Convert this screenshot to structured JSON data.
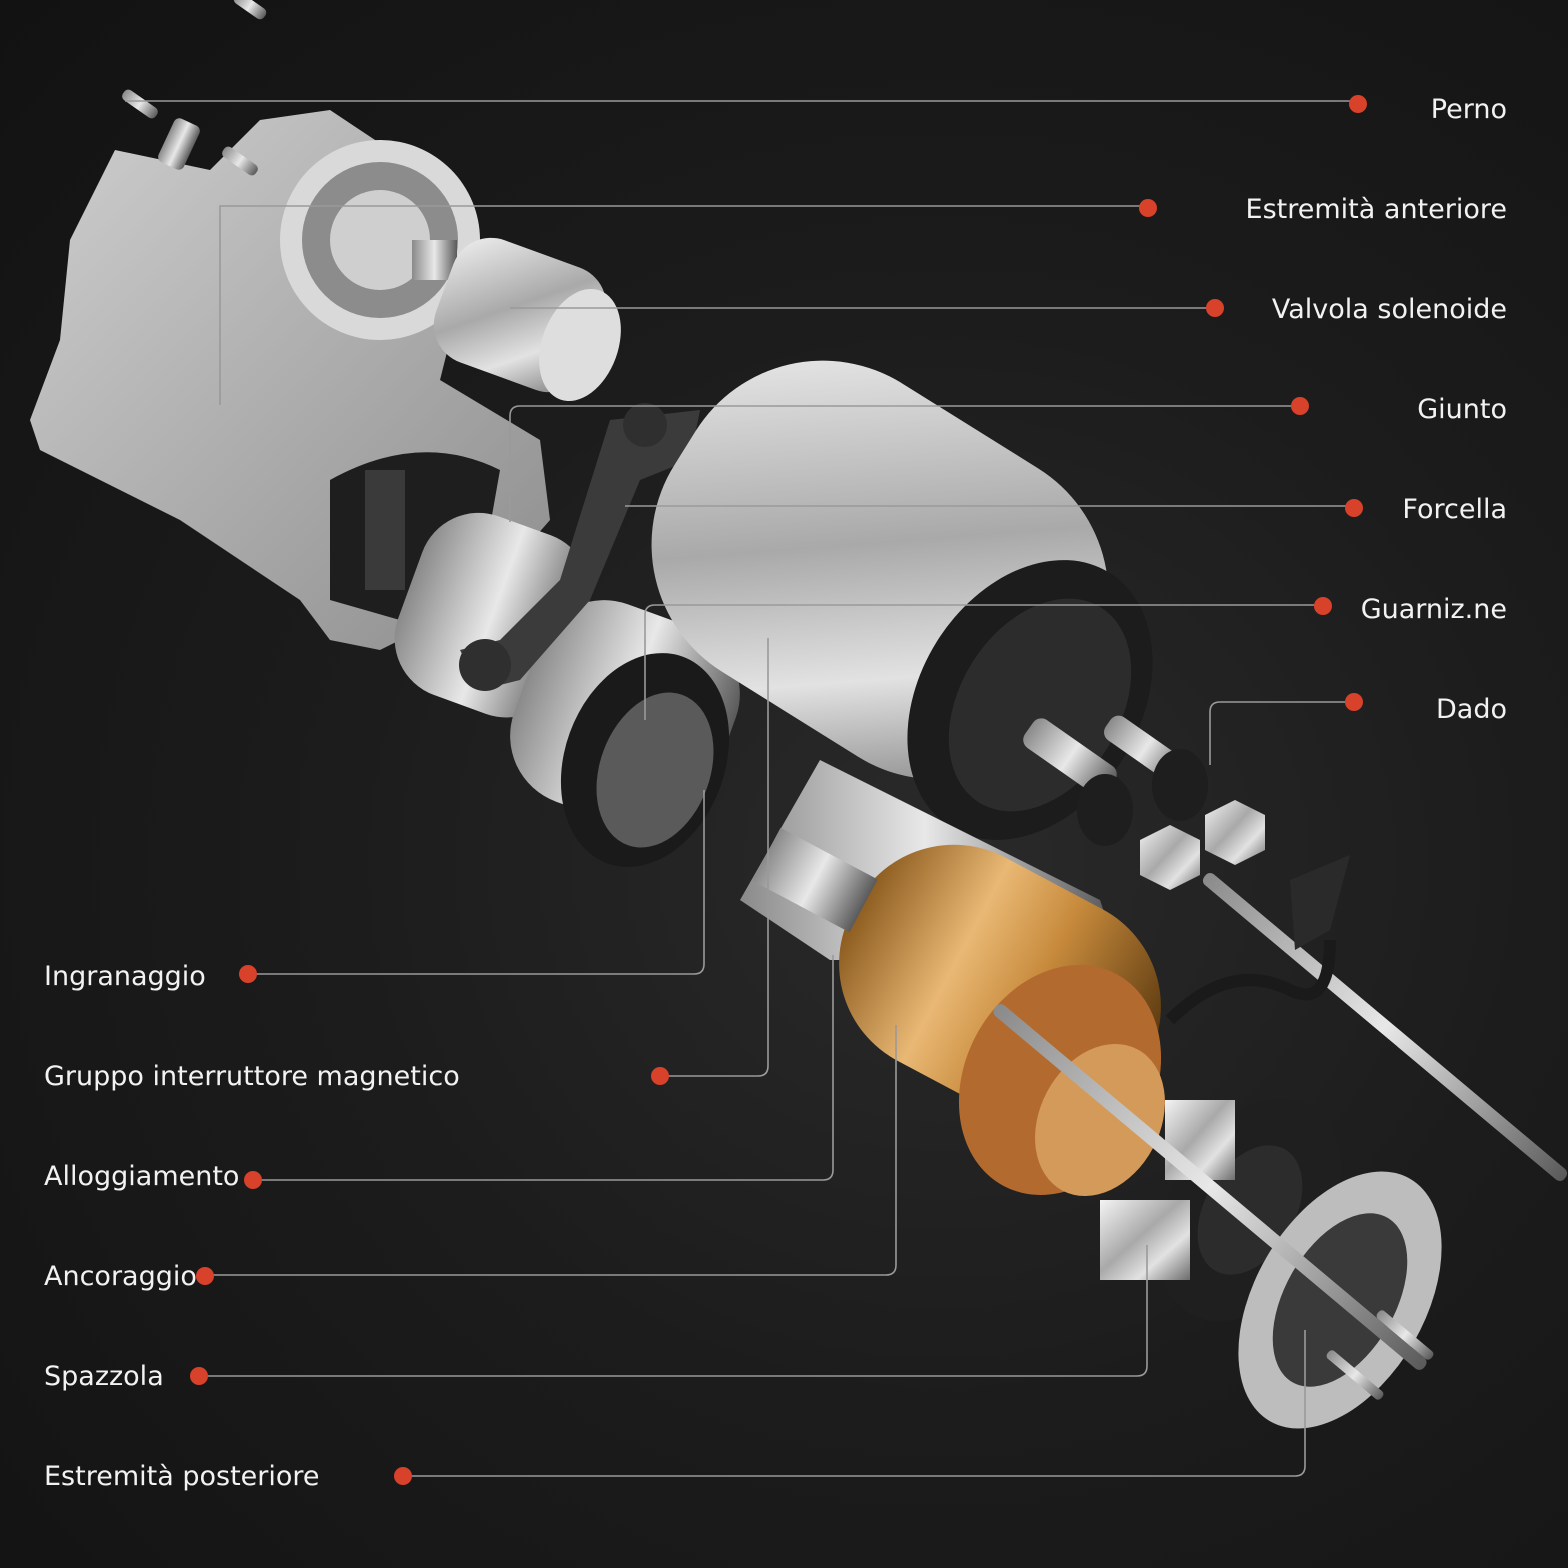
{
  "accent": "#d8412a",
  "line_color": "#9a9a9a",
  "labels_right": [
    {
      "text": "Perno"
    },
    {
      "text": "Estremità anteriore"
    },
    {
      "text": "Valvola solenoide"
    },
    {
      "text": "Giunto"
    },
    {
      "text": "Forcella"
    },
    {
      "text": "Guarniz.ne"
    },
    {
      "text": "Dado"
    }
  ],
  "labels_left": [
    {
      "text": "Ingranaggio"
    },
    {
      "text": "Gruppo interruttore magnetico"
    },
    {
      "text": "Alloggiamento"
    },
    {
      "text": "Ancoraggio"
    },
    {
      "text": "Spazzola"
    },
    {
      "text": "Estremità posteriore"
    }
  ]
}
